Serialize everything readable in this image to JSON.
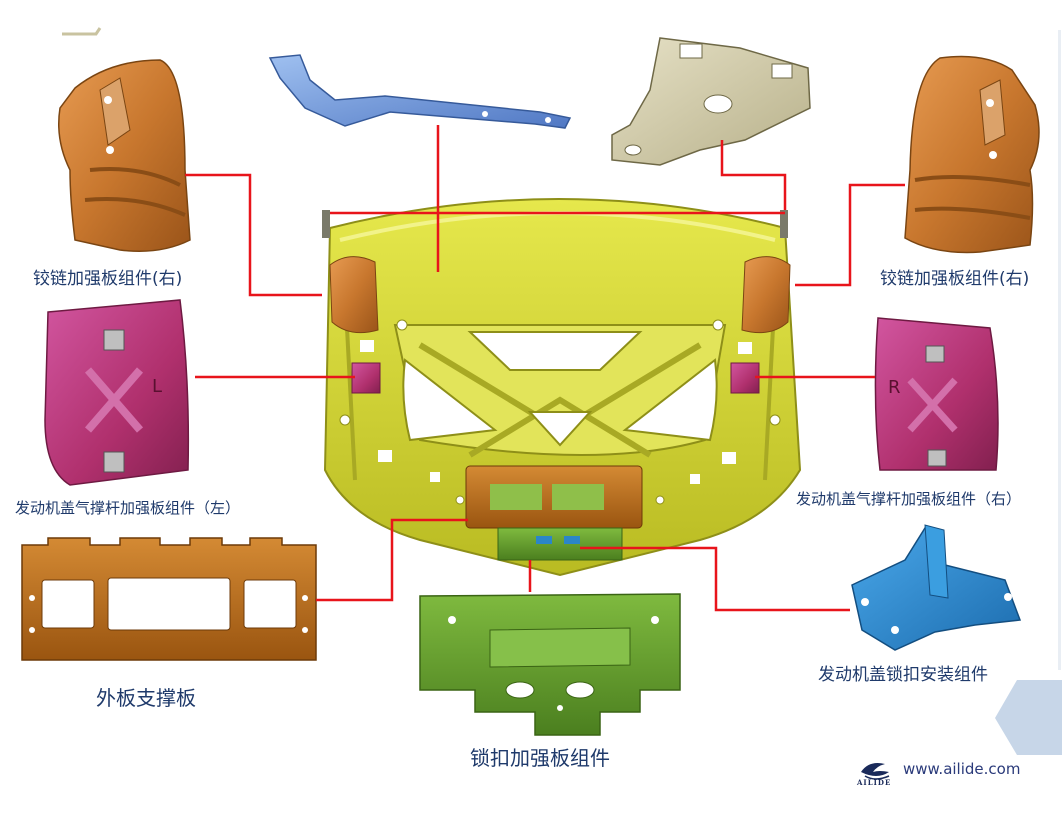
{
  "labels": {
    "hinge_left": "铰链加强板组件(右)",
    "hinge_right": "铰链加强板组件(右)",
    "strut_left": "发动机盖气撑杆加强板组件（左）",
    "strut_right": "发动机盖气撑杆加强板组件（右）",
    "outer_support": "外板支撑板",
    "latch_reinforcement": "锁扣加强板组件",
    "latch_install": "发动机盖锁扣安装组件"
  },
  "brand": {
    "name": "AILIDE",
    "url": "www.ailide.com"
  },
  "colors": {
    "leader_line": "#e8141b",
    "label_text": "#1f3a6b",
    "inner_panel": "#d9db3a",
    "hinge_part": "#c8772e",
    "strut_part": "#b0306d",
    "outer_support_part": "#b86a1a",
    "latch_reinforcement_part": "#5e9a2a",
    "latch_install_part": "#2b86c8",
    "top_bracket_blue": "#6b93d6",
    "top_bracket_beige": "#cfc9a6"
  },
  "strut_marks": {
    "left": "L",
    "right": "R"
  }
}
